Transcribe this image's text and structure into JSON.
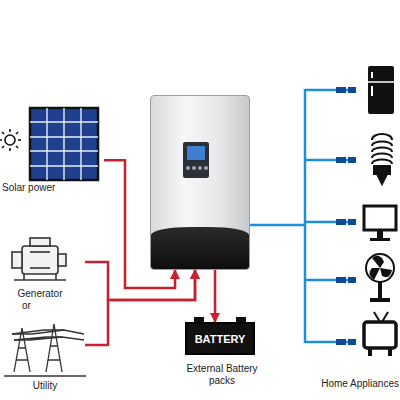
{
  "diagram": {
    "nodes": [
      {
        "text": [
          "Solar power"
        ]
      },
      {
        "text": [
          "Generator"
        ]
      },
      {
        "text": [
          "Utility"
        ]
      },
      {
        "text": []
      },
      {
        "text": [
          "BATTERY",
          "External Battery packs"
        ]
      },
      {
        "text": [
          "Home Appliances"
        ]
      }
    ],
    "edges": [
      {
        "from": 0,
        "to": 3,
        "arrow": "to"
      },
      {
        "from": 1,
        "to": 3,
        "arrow": "to"
      },
      {
        "from": 2,
        "to": 3,
        "arrow": "to"
      },
      {
        "from": 3,
        "to": 4,
        "arrow": "to"
      },
      {
        "from": 3,
        "to": 5,
        "arrow": "none"
      }
    ],
    "labels": [
      "or"
    ]
  }
}
